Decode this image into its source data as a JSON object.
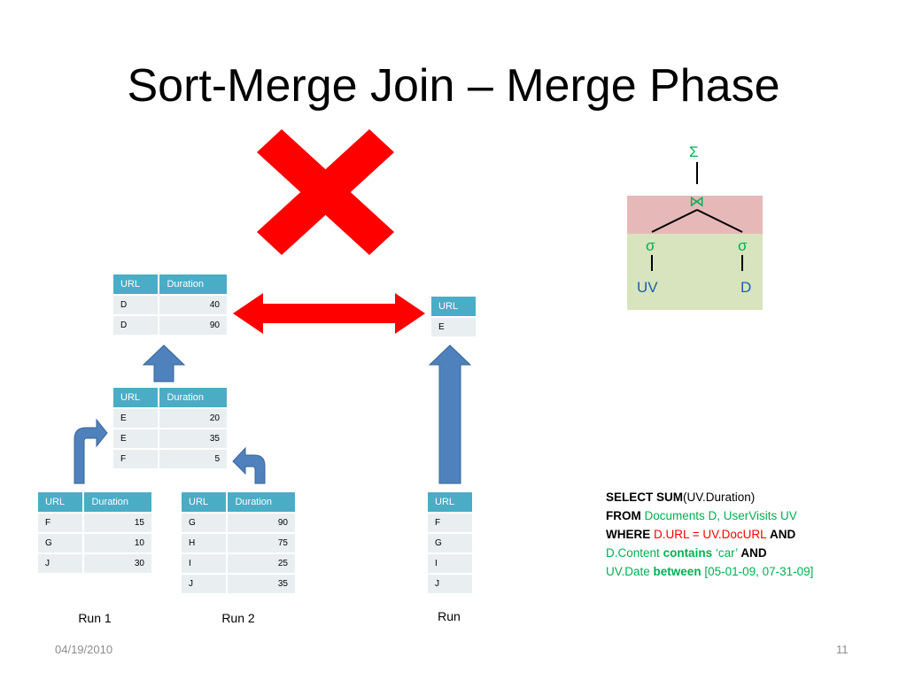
{
  "slide": {
    "title": "Sort-Merge Join – Merge Phase",
    "footer_date": "04/19/2010",
    "page_number": "11"
  },
  "tables": {
    "merged_top": {
      "headers": [
        "URL",
        "Duration"
      ],
      "rows": [
        [
          "D",
          "40"
        ],
        [
          "D",
          "90"
        ]
      ]
    },
    "merged_mid": {
      "headers": [
        "URL",
        "Duration"
      ],
      "rows": [
        [
          "E",
          "20"
        ],
        [
          "E",
          "35"
        ],
        [
          "F",
          "5"
        ]
      ]
    },
    "run1": {
      "headers": [
        "URL",
        "Duration"
      ],
      "rows": [
        [
          "F",
          "15"
        ],
        [
          "G",
          "10"
        ],
        [
          "J",
          "30"
        ]
      ]
    },
    "run2": {
      "headers": [
        "URL",
        "Duration"
      ],
      "rows": [
        [
          "G",
          "90"
        ],
        [
          "H",
          "75"
        ],
        [
          "I",
          "25"
        ],
        [
          "J",
          "35"
        ]
      ]
    },
    "url_top": {
      "headers": [
        "URL"
      ],
      "rows": [
        [
          "E"
        ]
      ]
    },
    "url_run": {
      "headers": [
        "URL"
      ],
      "rows": [
        [
          "F"
        ],
        [
          "G"
        ],
        [
          "I"
        ],
        [
          "J"
        ]
      ]
    }
  },
  "captions": {
    "run1": "Run 1",
    "run2": "Run 2",
    "run": "Run"
  },
  "plan_tree": {
    "root": "Σ",
    "join": "⋈",
    "left_select": "σ",
    "right_select": "σ",
    "left_leaf": "UV",
    "right_leaf": "D",
    "colors": {
      "upper_band": "#e6b9b8",
      "lower_band": "#d7e4bd",
      "operator": "#00b050",
      "leaf": "#1f5fa8"
    }
  },
  "sql": {
    "select_kw": "SELECT SUM",
    "select_rest": "(UV.Duration)",
    "from_kw": "FROM",
    "from_rest": "Documents D, UserVisits UV",
    "where_kw": "WHERE",
    "where_cond": "D.URL = UV.DocURL",
    "and1": "AND",
    "content_field": "D.Content",
    "contains_kw": "contains",
    "content_value": "‘car’",
    "and2": "AND",
    "date_field": "UV.Date",
    "between_kw": "between",
    "date_range": "[05-01-09, 07-31-09]"
  },
  "colors": {
    "header": "#4bacc6",
    "cell": "#e9eef1",
    "arrow_blue": "#4f81bd",
    "arrow_red": "#ff0000",
    "cross": "#ff0000"
  }
}
